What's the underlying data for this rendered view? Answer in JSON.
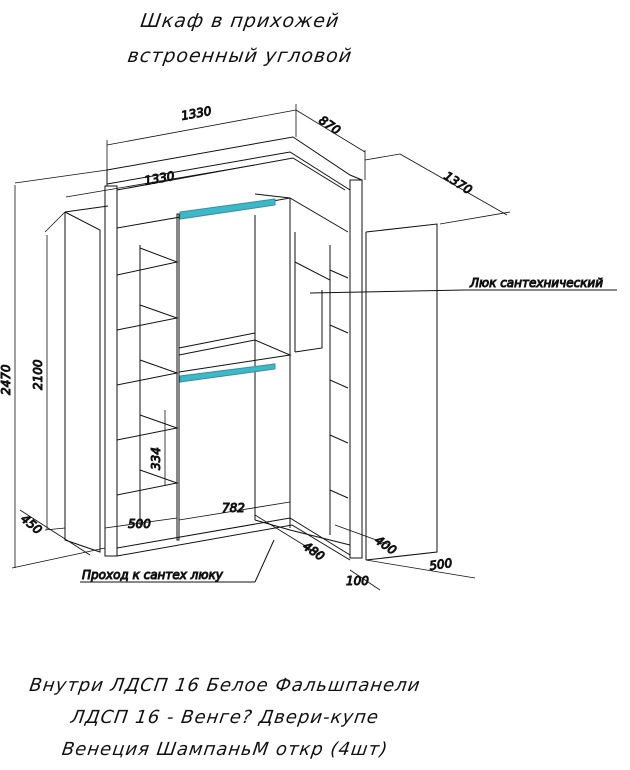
{
  "title": {
    "line1": "Шкаф в прихожей",
    "line2": "встроенный угловой"
  },
  "dimensions": {
    "top_width": "1330",
    "top_depth": "870",
    "inner_width": "1330",
    "right_length": "1370",
    "total_height": "2470",
    "inner_height": "2100",
    "left_depth": "450",
    "shelf_spacing": "334",
    "left_section": "500",
    "center_section": "782",
    "corner_depth": "480",
    "right_depth": "400",
    "gap": "100",
    "right_block_depth": "500"
  },
  "callouts": {
    "hatch": "Люк сантехнический",
    "passage": "Проход к сантех люку"
  },
  "notes": {
    "line1": "Внутри ЛДСП 16 Белое Фальшпанели",
    "line2": "ЛДСП 16 - Венге? Двери-купе",
    "line3": "Венеция ШампаньМ откр (4шт)"
  },
  "colors": {
    "rail": "#3cb8c8",
    "line": "#111111"
  }
}
